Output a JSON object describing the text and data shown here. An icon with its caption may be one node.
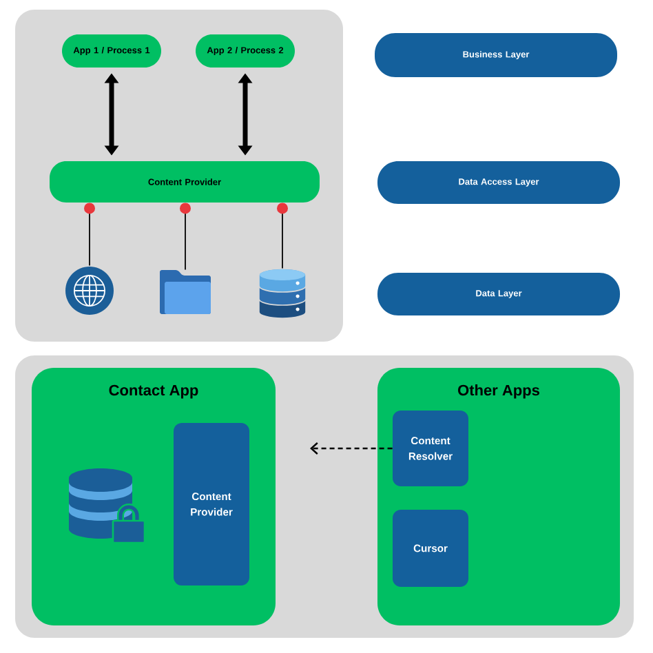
{
  "diagram": {
    "nodes": [
      {
        "text": [],
        "shape": "box"
      },
      {
        "text": [
          "App 1 / Process 1"
        ],
        "in": 0
      },
      {
        "text": [
          "App 2 / Process 2"
        ],
        "in": 0
      },
      {
        "text": [
          "Content Provider"
        ],
        "in": 0
      },
      {
        "text": [],
        "shape": "picture",
        "in": 0
      },
      {
        "text": [],
        "shape": "picture",
        "in": 0
      },
      {
        "text": [],
        "shape": "picture",
        "in": 0
      },
      {
        "text": [
          "Business Layer"
        ]
      },
      {
        "text": [
          "Data Access Layer"
        ]
      },
      {
        "text": [
          "Data Layer"
        ]
      },
      {
        "text": [],
        "shape": "box"
      },
      {
        "text": [
          "Contact App"
        ],
        "in": 10
      },
      {
        "text": [
          "Content Provider"
        ],
        "in": 11
      },
      {
        "text": [
          "Other Apps"
        ],
        "in": 10
      },
      {
        "text": [
          "Content Resolver"
        ],
        "in": 13
      },
      {
        "text": [
          "Cursor"
        ],
        "in": 13
      }
    ],
    "edges": [
      {
        "from": 1,
        "to": 3,
        "arrow": "both",
        "style": "thick"
      },
      {
        "from": 2,
        "to": 3,
        "arrow": "both",
        "style": "thick"
      },
      {
        "from": 3,
        "to": 4,
        "arrow": "other"
      },
      {
        "from": 3,
        "to": 5,
        "arrow": "other"
      },
      {
        "from": 3,
        "to": 6,
        "arrow": "other"
      },
      {
        "from": 14,
        "to": null,
        "arrow": "to",
        "style": "dashed"
      }
    ]
  }
}
